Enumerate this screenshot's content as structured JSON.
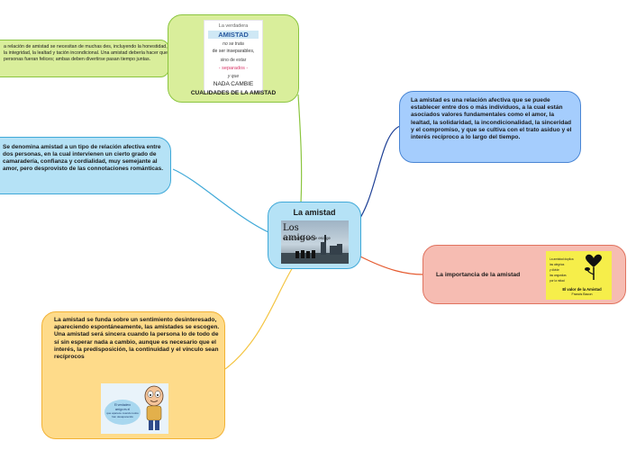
{
  "colors": {
    "green": "#d9ee9b",
    "green_border": "#8bc53f",
    "green_line": "#8bc53f",
    "blue": "#a5cdfd",
    "blue_border": "#4a86d4",
    "blue_line": "#1d3f95",
    "cyan": "#b5e2f6",
    "cyan_border": "#40a9d8",
    "salmon": "#f6bcb2",
    "salmon_border": "#e0735f",
    "salmon_line": "#e55a2f",
    "yellow": "#fedb8a",
    "yellow_border": "#f2b235",
    "yellow_line": "#f4c440"
  },
  "center": {
    "title": "La amistad",
    "image": {
      "line1": "Los amigos",
      "line2": "son la familia que se escoge"
    }
  },
  "cualidades": {
    "title": "CUALIDADES DE LA AMISTAD",
    "image": {
      "l1": "La verdadera",
      "l2": "AMISTAD",
      "l3": "no se trata",
      "l4": "de ser inseparables,",
      "l5": "sino de estar",
      "l6": "- separados -",
      "l7": "y que",
      "l8": "NADA CAMBIE"
    }
  },
  "leaf_left_top": {
    "text": "a relación de amistad se necesitan de muchas des, incluyendo la honestidad, la integridad, la lealtad y tación incondicional. Una amistad debería hacer que personas fueran felices; ambas deben divertirse pasan tiempo juntas."
  },
  "definicion": {
    "text": "Se denomina amistad a un tipo de relación afectiva entre dos personas, en la cual intervienen un cierto grado de camaradería, confianza y cordialidad, muy semejante al amor, pero desprovisto de las connotaciones románticas."
  },
  "relacion": {
    "text": "La amistad es una relación afectiva que se puede establecer entre dos o más individuos, a la cual están asociados valores fundamentales como el amor, la lealtad, la solidaridad, la incondicionalidad, la sinceridad y el compromiso, y que se cultiva con el trato asiduo y el interés recíproco a lo largo del tiempo."
  },
  "importancia": {
    "title": "La importancia de la amistad",
    "image": {
      "l1": "La amistad duplica",
      "l2": "las alegrías",
      "l3": "y divide",
      "l4": "las angustias",
      "l5": "por la mitad",
      "l6": "El valor de la Amistad",
      "l7": "Francis Bacon"
    }
  },
  "sentimiento": {
    "text": "La amistad se funda sobre un sentimiento desinteresado, apareciendo espontáneamente, las amistades se escogen. Una amistad será sincera cuando la persona lo de todo de sí sin esperar nada a cambio, aunque es necesario que el interés, la predisposición, la continuidad y el vínculo sean recíprocos",
    "image": {
      "l1": "El verdadero",
      "l2": "amigo es el",
      "l3": "que aparece cuando todos han desaparecido"
    }
  }
}
